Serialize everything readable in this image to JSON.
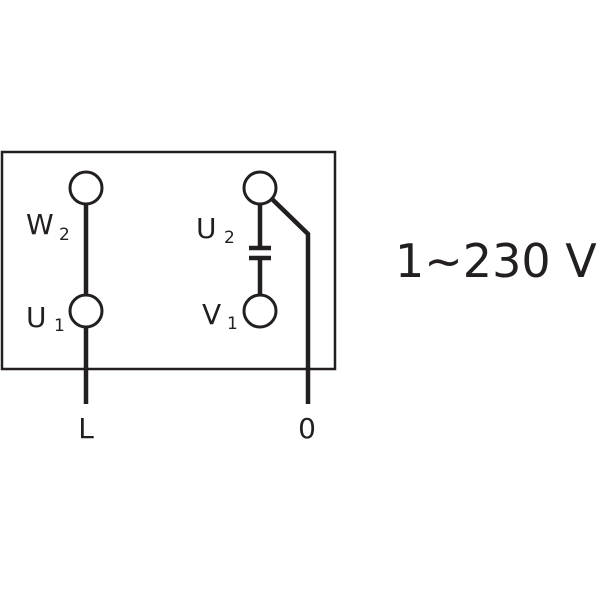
{
  "terminals": {
    "w": {
      "letter": "W",
      "sub": "2"
    },
    "u2": {
      "letter": "U",
      "sub": "2"
    },
    "u1": {
      "letter": "U",
      "sub": "1"
    },
    "v1": {
      "letter": "V",
      "sub": "1"
    }
  },
  "leads": {
    "line": "L",
    "neutral": "0"
  },
  "supply": "1~230 V",
  "colors": {
    "ink": "#231f20",
    "background": "#ffffff"
  }
}
